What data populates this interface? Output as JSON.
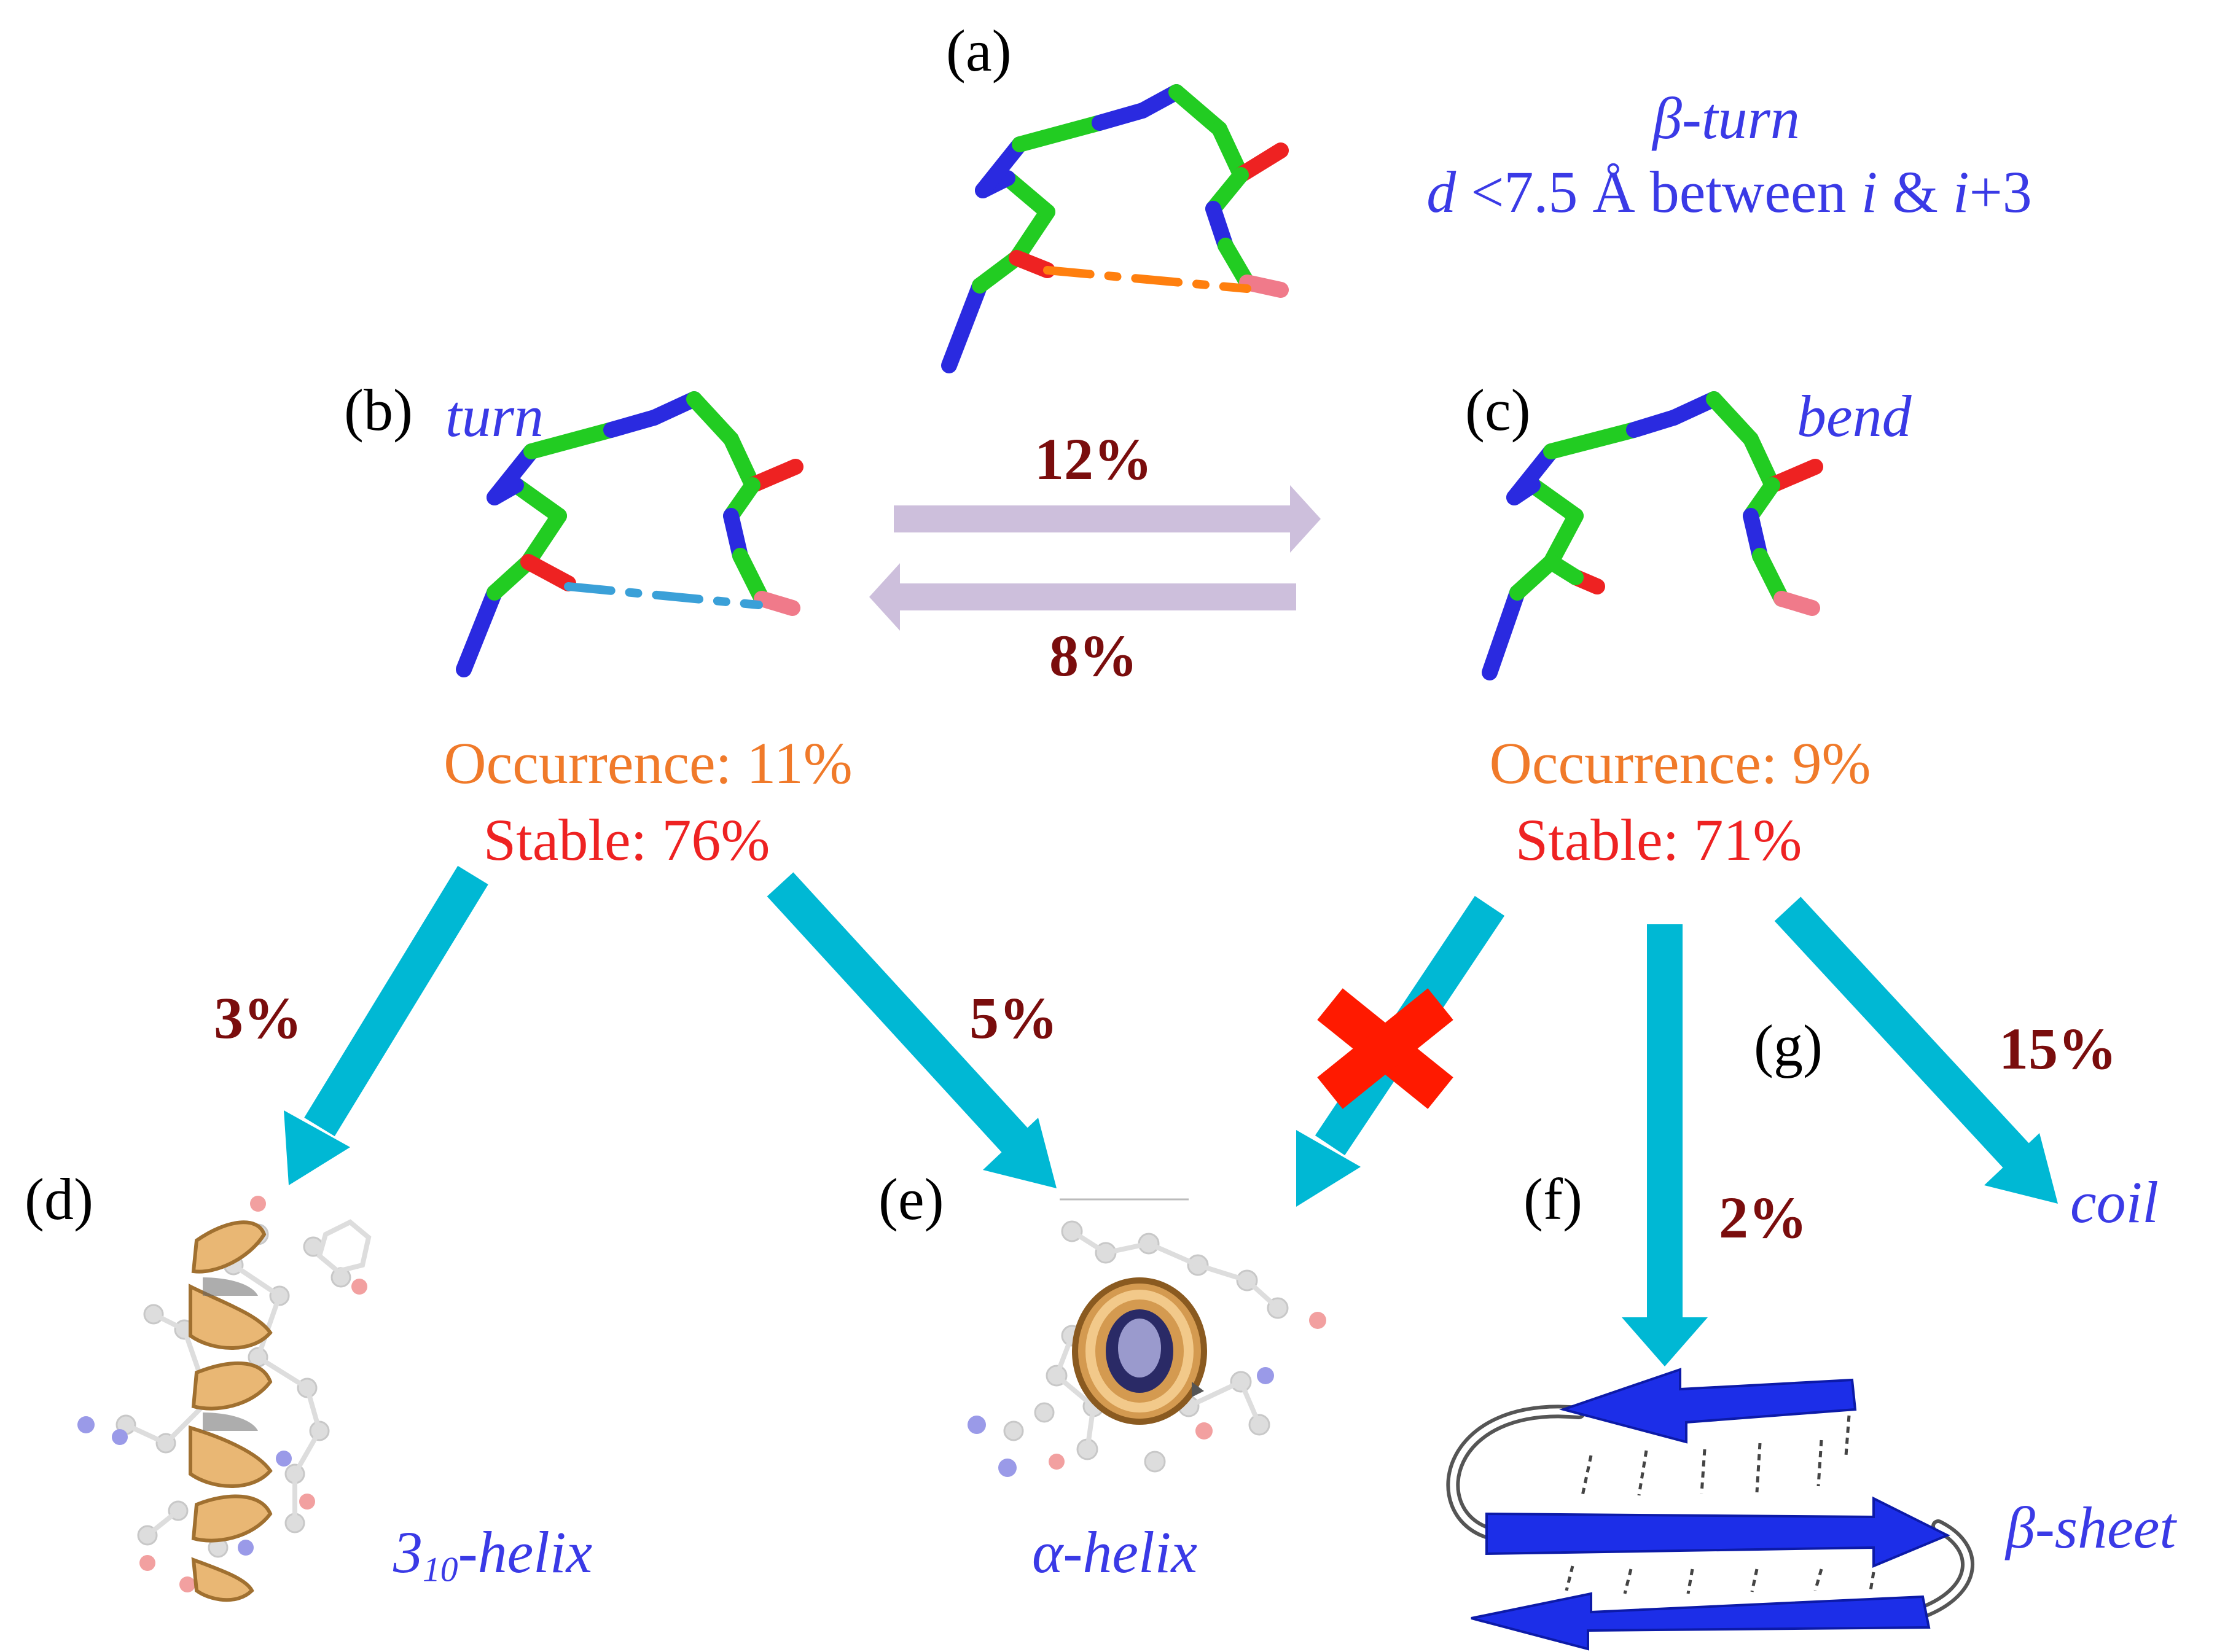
{
  "panels": {
    "a": "(a)",
    "b": "(b)",
    "c": "(c)",
    "d": "(d)",
    "e": "(e)",
    "f": "(f)",
    "g": "(g)"
  },
  "beta_turn": {
    "title": "β-turn",
    "criterion_d": "d",
    "criterion_mid": " <7.5 Å between ",
    "criterion_i": "i",
    "criterion_amp": " & ",
    "criterion_i3": "i",
    "criterion_plus": "+3"
  },
  "states": {
    "turn": {
      "label": "turn",
      "occurrence": "Occurrence: 11%",
      "stable": "Stable: 76%"
    },
    "bend": {
      "label": "bend",
      "occurrence": "Occurrence: 9%",
      "stable": "Stable: 71%"
    }
  },
  "transitions": {
    "turn_to_bend": "12%",
    "bend_to_turn": "8%",
    "turn_to_310": "3%",
    "turn_to_alpha": "5%",
    "bend_to_sheet": "2%",
    "bend_to_coil": "15%"
  },
  "structures": {
    "helix310_main": "3",
    "helix310_sub": "10",
    "helix310_rest": "-helix",
    "alpha": "α-helix",
    "sheet": "β-sheet",
    "coil": "coil"
  },
  "colors": {
    "carbon": "#22cc22",
    "nitrogen": "#2a2ae0",
    "oxygen": "#ee2222",
    "blocked_mark": "#ff1a00",
    "transition_arrow": "#00b8d4",
    "equilibrium_arrow": "#cdbfdc",
    "distance_turn": "#3aa0d8",
    "distance_beta": "#ff7f0e"
  }
}
